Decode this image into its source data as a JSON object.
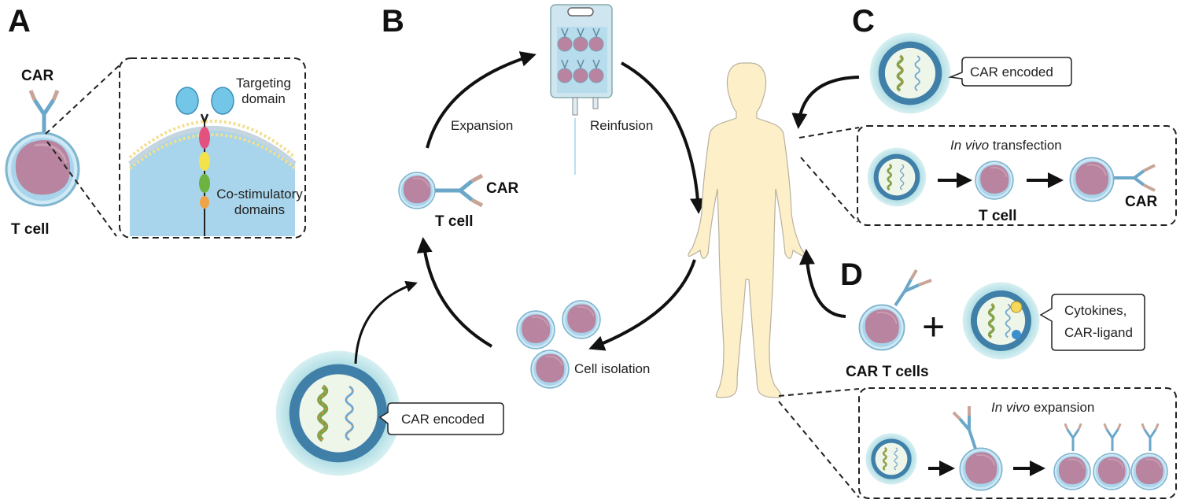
{
  "figure": {
    "title": "CAR T cell therapy strategies"
  },
  "panels": {
    "A": {
      "letter": "A",
      "car_label": "CAR",
      "tcell_label": "T cell",
      "targeting_label_1": "Targeting",
      "targeting_label_2": "domain",
      "costim_label_1": "Co-stimulatory",
      "costim_label_2": "domains"
    },
    "B": {
      "letter": "B",
      "expansion_label": "Expansion",
      "reinfusion_label": "Reinfusion",
      "car_label": "CAR",
      "tcell_label": "T cell",
      "isolation_label": "Cell isolation",
      "callout_label": "CAR encoded"
    },
    "C": {
      "letter": "C",
      "callout_label": "CAR encoded",
      "inset_title_italic": "In vivo",
      "inset_title_rest": " transfection",
      "tcell_label": "T cell",
      "car_label": "CAR"
    },
    "D": {
      "letter": "D",
      "cart_label": "CAR T cells",
      "plus_symbol": "+",
      "callout_line_1": "Cytokines,",
      "callout_line_2": "CAR-ligand",
      "inset_title_italic": "In vivo",
      "inset_title_rest": " expansion"
    }
  },
  "colors": {
    "nucleus": "#b9849f",
    "cell_membrane": "#a9d6ea",
    "nanoparticle_ring": "#3f7fa8",
    "nanoparticle_halo": "#b5e0e6",
    "nanoparticle_core": "#eef5e9",
    "body_fill": "#fdf0c8",
    "cytoplasm": "#a9d5ec",
    "lipid_head": "#f2df8f",
    "antibody_blue": "#74c6e8",
    "car_tip": "#c9a598",
    "arrow": "#111111"
  }
}
